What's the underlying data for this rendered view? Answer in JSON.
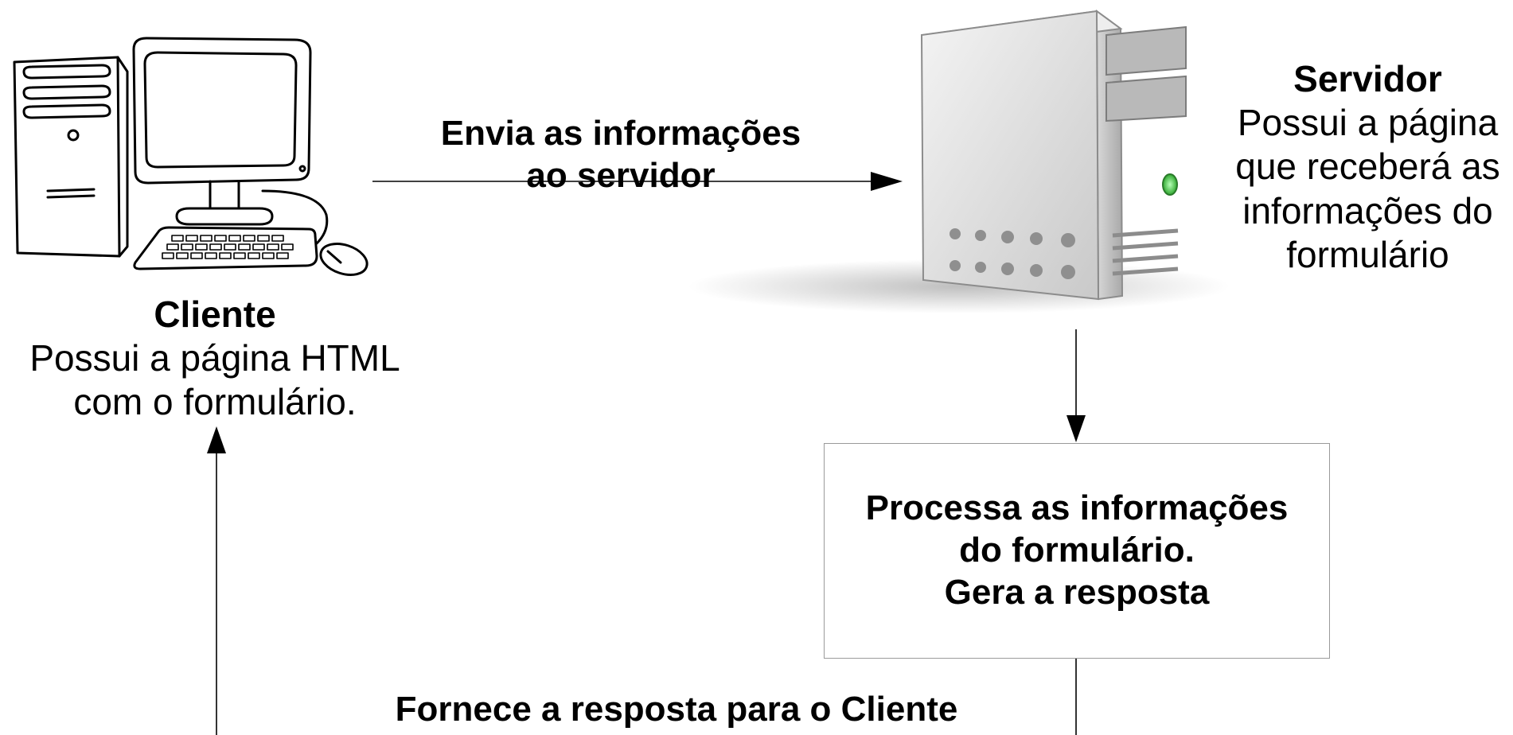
{
  "client": {
    "title": "Cliente",
    "lines": [
      "Possui a página HTML",
      "com o formulário."
    ]
  },
  "server": {
    "title": "Servidor",
    "lines": [
      "Possui a página",
      "que receberá as",
      "informações do",
      "formulário"
    ]
  },
  "send_arrow": {
    "lines": [
      "Envia as informações",
      "ao servidor"
    ]
  },
  "process": {
    "lines": [
      "Processa as informações",
      "do formulário.",
      "Gera a resposta"
    ]
  },
  "return_arrow": {
    "label": "Fornece a resposta para o Cliente"
  },
  "colors": {
    "line": "#000000",
    "box_border": "#9a9a9a",
    "server_body": "#e6e6e6",
    "server_led": "#3ec43e"
  },
  "icons": {
    "client": "desktop-computer-icon",
    "server": "server-tower-icon"
  }
}
